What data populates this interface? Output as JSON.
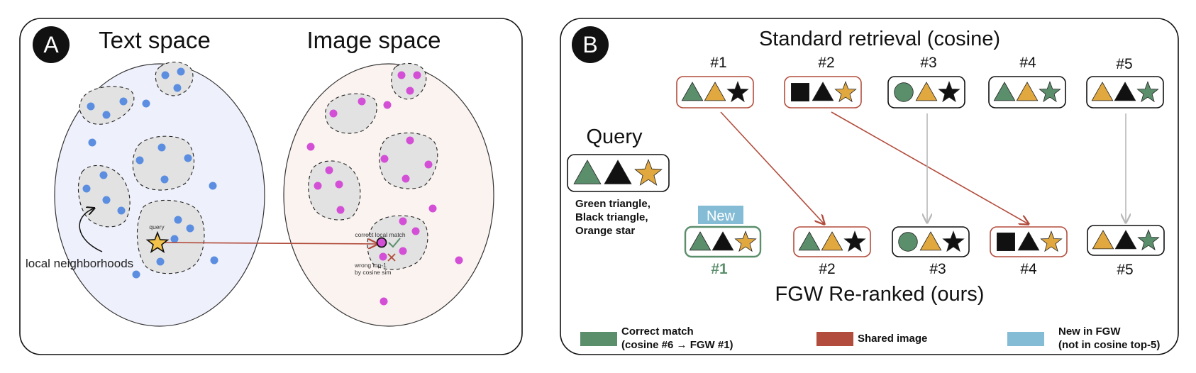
{
  "panel_a": {
    "badge": "A",
    "text_space_title": "Text space",
    "image_space_title": "Image space",
    "query_label": "query",
    "correct_label": "correct local match",
    "wrong_label_line1": "wrong top-1",
    "wrong_label_line2": "by cosine sim",
    "neighborhood_label": "local neighborhoods"
  },
  "panel_b": {
    "badge": "B",
    "standard_title": "Standard retrieval (cosine)",
    "reranked_title": "FGW Re-ranked (ours)",
    "query_title": "Query",
    "query_desc": [
      "Green triangle,",
      "Black triangle,",
      "Orange star"
    ],
    "new_badge": "New",
    "top_ranks": [
      "#1",
      "#2",
      "#3",
      "#4",
      "#5"
    ],
    "bottom_ranks": [
      "#1",
      "#2",
      "#3",
      "#4",
      "#5"
    ],
    "legend": {
      "correct_line1": "Correct match",
      "correct_line2": "(cosine #6 → FGW #1)",
      "shared": "Shared image",
      "new_line1": "New in FGW",
      "new_line2": "(not in cosine top-5)"
    }
  },
  "colors": {
    "green": "#5b8f6c",
    "orange": "#e0a83f",
    "black": "#111111",
    "shared_red": "#b24c3c",
    "new_blue": "#84bcd6",
    "text_blue": "#5b8ee0",
    "image_pink": "#d34fd6",
    "text_space_bg": "#eef0fb",
    "image_space_bg": "#fbf3f0"
  },
  "icons": {
    "correct": "check-icon",
    "wrong": "cross-icon",
    "query_marker": "star-icon"
  }
}
